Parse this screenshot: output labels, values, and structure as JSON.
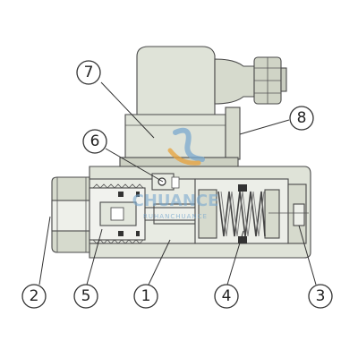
{
  "diagram": {
    "callouts": [
      {
        "id": "c1",
        "label": "1"
      },
      {
        "id": "c2",
        "label": "2"
      },
      {
        "id": "c3",
        "label": "3"
      },
      {
        "id": "c4",
        "label": "4"
      },
      {
        "id": "c5",
        "label": "5"
      },
      {
        "id": "c6",
        "label": "6"
      },
      {
        "id": "c7",
        "label": "7"
      },
      {
        "id": "c8",
        "label": "8"
      }
    ],
    "watermark_text": "RUHANCHUANCE",
    "colors": {
      "body": "#dfe3d8",
      "body_dark": "#c7ccbf",
      "cavity": "#f1f2ee",
      "spring": "#555555",
      "watermark_blue": "#7aa9cf",
      "watermark_orange": "#e8a23a"
    }
  }
}
